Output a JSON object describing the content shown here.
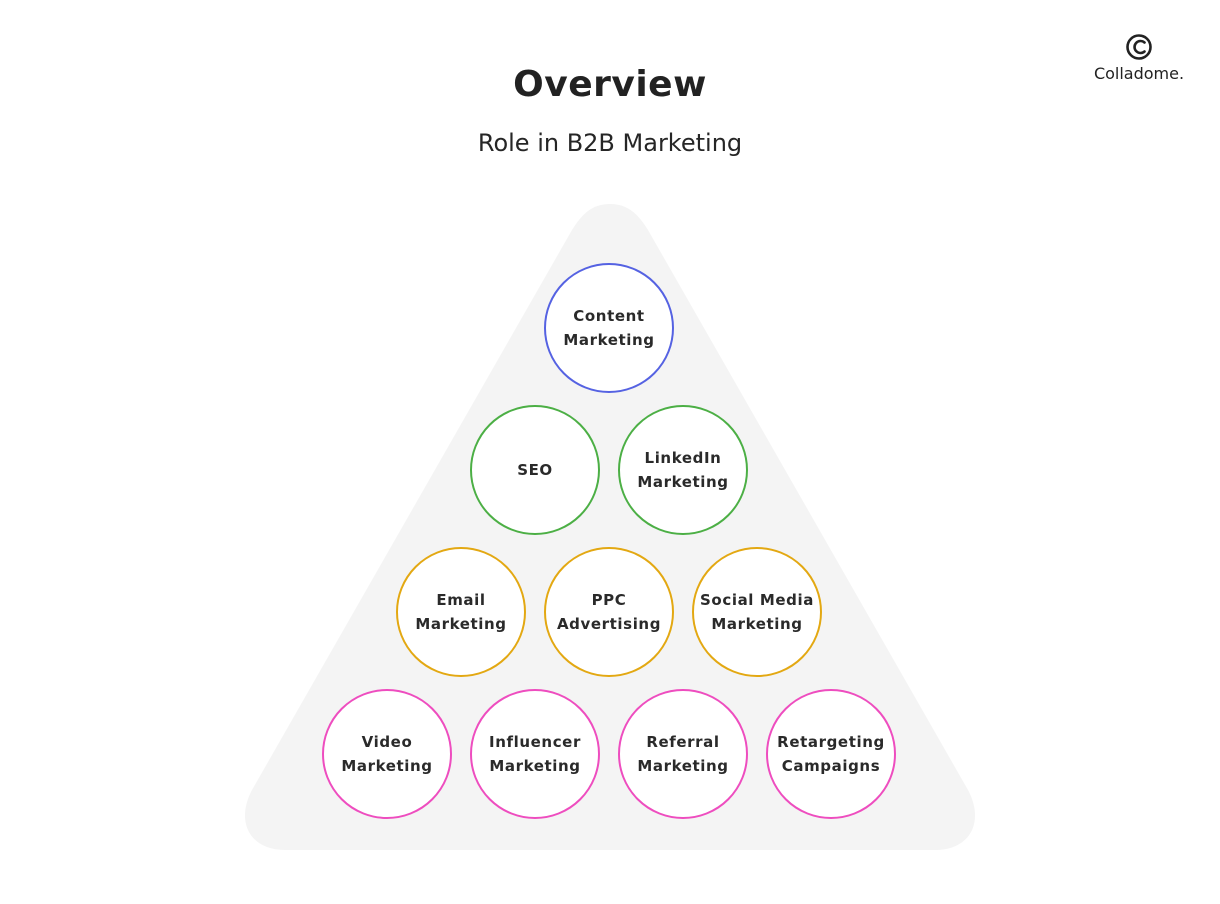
{
  "header": {
    "title": "Overview",
    "subtitle": "Role in B2B Marketing"
  },
  "logo": {
    "text": "Colladome.",
    "icon": "colladome-logo-icon"
  },
  "colors": {
    "background_triangle": "#f4f4f4",
    "tier_1": "#5562e2",
    "tier_2": "#4caf45",
    "tier_3": "#e3a812",
    "tier_4": "#ee4dbf"
  },
  "pyramid": {
    "tiers": [
      {
        "items": [
          "Content\nMarketing"
        ]
      },
      {
        "items": [
          "SEO",
          "LinkedIn\nMarketing"
        ]
      },
      {
        "items": [
          "Email\nMarketing",
          "PPC\nAdvertising",
          "Social Media\nMarketing"
        ]
      },
      {
        "items": [
          "Video\nMarketing",
          "Influencer\nMarketing",
          "Referral\nMarketing",
          "Retargeting\nCampaigns"
        ]
      }
    ]
  }
}
